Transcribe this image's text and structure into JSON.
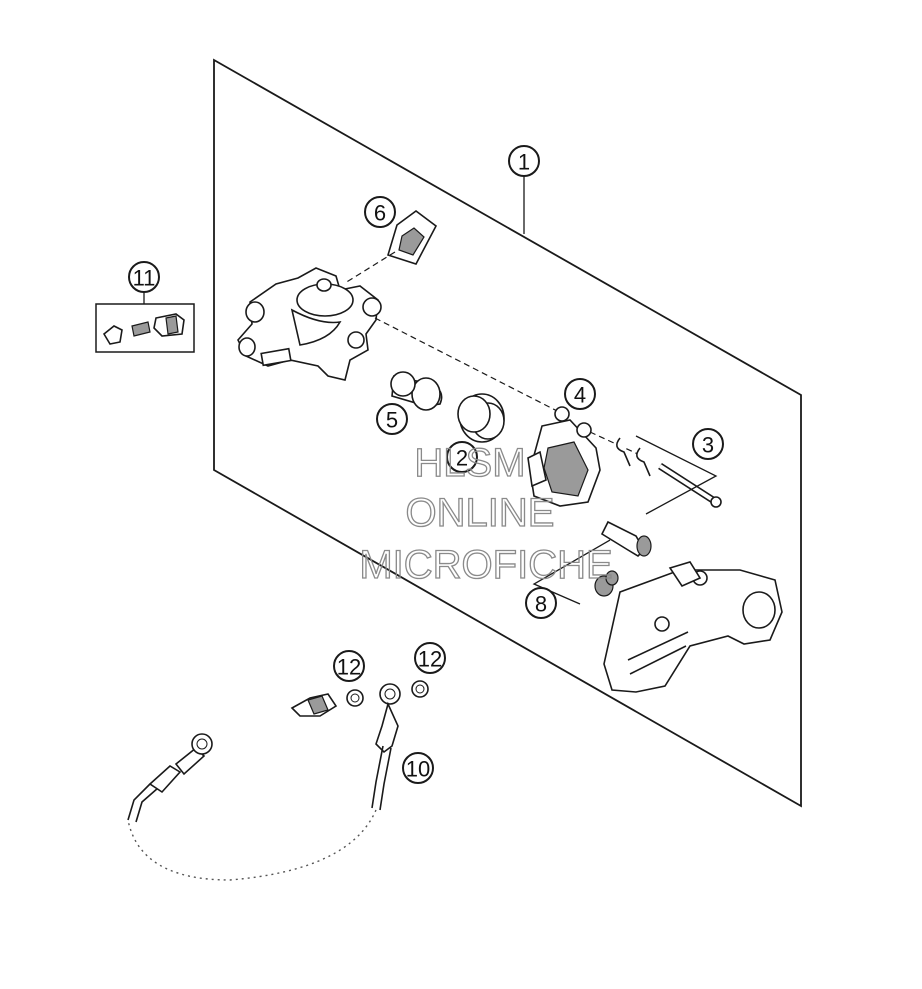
{
  "callouts": {
    "c1": "1",
    "c2": "2",
    "c3": "3",
    "c4": "4",
    "c5": "5",
    "c6": "6",
    "c8": "8",
    "c10": "10",
    "c11": "11",
    "c12a": "12",
    "c12b": "12"
  },
  "watermark": {
    "line1": "HLSM",
    "line2": "ONLINE",
    "line3": "MICROFICHE"
  }
}
